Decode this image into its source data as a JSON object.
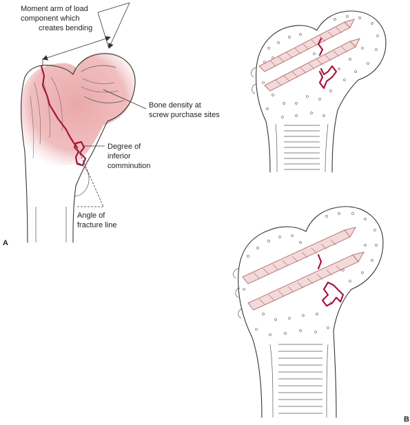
{
  "panels": {
    "a": {
      "letter": "A"
    },
    "b": {
      "letter": "B"
    }
  },
  "labels": {
    "moment_arm": [
      "Moment arm of load",
      "component which",
      "creates bending"
    ],
    "bone_density": [
      "Bone density at",
      "screw purchase sites"
    ],
    "comminution": [
      "Degree of",
      "inferior",
      "comminution"
    ],
    "fracture_angle": [
      "Angle of",
      "fracture line"
    ]
  },
  "colors": {
    "fracture_line": "#a8123c",
    "density_fill": "#e9a4a6",
    "screw_fill": "#f4d9d9",
    "outline": "#333333"
  }
}
